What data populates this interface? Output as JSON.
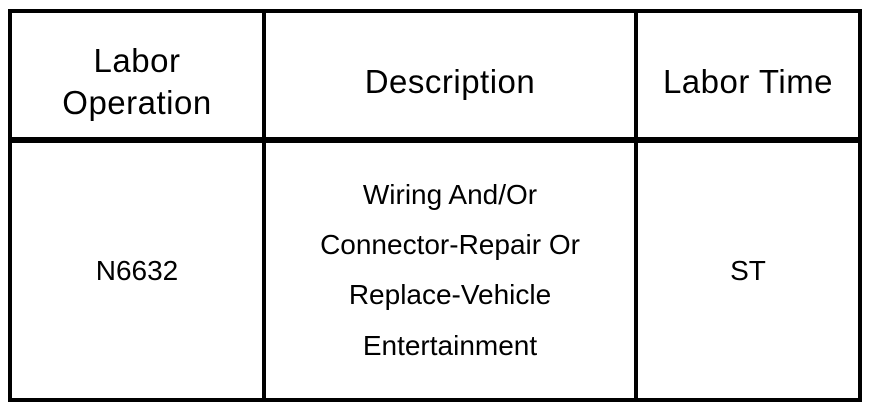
{
  "table": {
    "name": "labor-operations-table",
    "columns": [
      {
        "key": "labor_operation",
        "label": "Labor\nOperation"
      },
      {
        "key": "description",
        "label": "Description"
      },
      {
        "key": "labor_time",
        "label": "Labor Time"
      }
    ],
    "rows": [
      {
        "labor_operation": "N6632",
        "description": "Wiring And/Or\nConnector-Repair Or\nReplace-Vehicle\nEntertainment",
        "labor_time": "ST"
      }
    ],
    "colors": {
      "border": "#000000",
      "text": "#000000",
      "background": "#ffffff"
    }
  }
}
